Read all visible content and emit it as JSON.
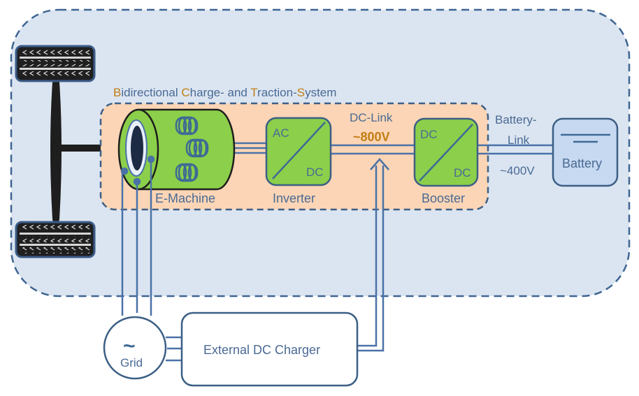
{
  "title": {
    "parts": [
      {
        "text": "B",
        "accent": true
      },
      {
        "text": "idirectional ",
        "accent": false
      },
      {
        "text": "C",
        "accent": true
      },
      {
        "text": "harge- and ",
        "accent": false
      },
      {
        "text": "T",
        "accent": true
      },
      {
        "text": "raction-",
        "accent": false
      },
      {
        "text": "S",
        "accent": true
      },
      {
        "text": "ystem",
        "accent": false
      }
    ]
  },
  "components": {
    "emachine": {
      "label": "E-Machine"
    },
    "inverter": {
      "label": "Inverter",
      "top": "AC",
      "bottom": "DC"
    },
    "booster": {
      "label": "Booster",
      "top": "DC",
      "bottom": "DC"
    },
    "battery": {
      "label": "Battery"
    },
    "grid": {
      "symbol": "~",
      "label": "Grid"
    },
    "charger": {
      "label": "External DC Charger"
    }
  },
  "links": {
    "dc_link": {
      "label": "DC-Link",
      "voltage": "~800V"
    },
    "battery_link": {
      "label_line1": "Battery-",
      "label_line2": "Link",
      "voltage": "~400V"
    }
  },
  "colors": {
    "accent": "#c27d14",
    "line": "#4a72a8",
    "text": "#4a6a95",
    "vehicle_bg": "#dbe5f1",
    "system_bg": "#fbd5b5",
    "green": "#8ccf4a",
    "battery_fill": "#c6d9f0"
  }
}
